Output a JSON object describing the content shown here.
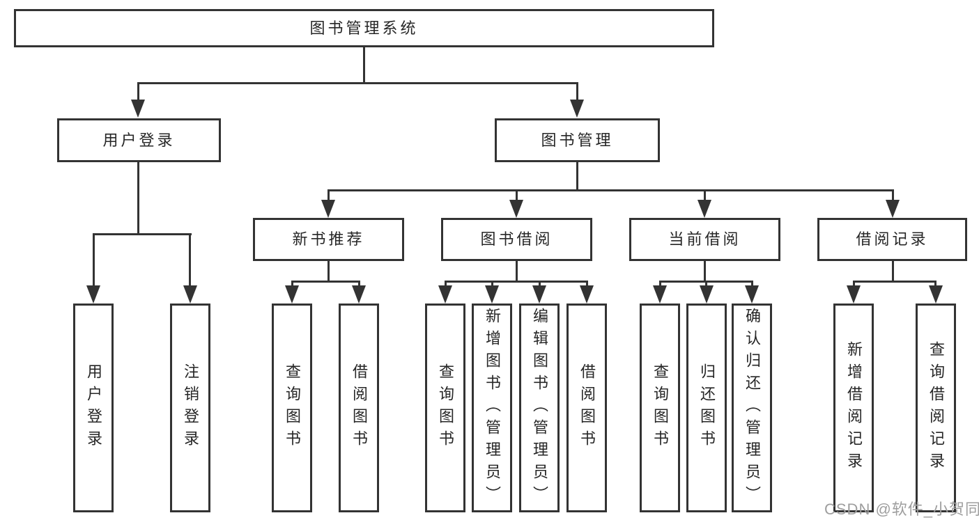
{
  "watermark": "CSDN @软件_小贺同学",
  "colors": {
    "line": "#333333",
    "text": "#262626",
    "watermark": "#9e9e9e",
    "background": "#ffffff"
  },
  "tree": {
    "label": "图书管理系统",
    "children": [
      {
        "label": "用户登录",
        "children": [
          {
            "label": "用户登录"
          },
          {
            "label": "注销登录"
          }
        ]
      },
      {
        "label": "图书管理",
        "children": [
          {
            "label": "新书推荐",
            "children": [
              {
                "label": "查询图书"
              },
              {
                "label": "借阅图书"
              }
            ]
          },
          {
            "label": "图书借阅",
            "children": [
              {
                "label": "查询图书"
              },
              {
                "label": "新增图书（管理员）"
              },
              {
                "label": "编辑图书（管理员）"
              },
              {
                "label": "借阅图书"
              }
            ]
          },
          {
            "label": "当前借阅",
            "children": [
              {
                "label": "查询图书"
              },
              {
                "label": "归还图书"
              },
              {
                "label": "确认归还（管理员）"
              }
            ]
          },
          {
            "label": "借阅记录",
            "children": [
              {
                "label": "新增借阅记录"
              },
              {
                "label": "查询借阅记录"
              }
            ]
          }
        ]
      }
    ]
  }
}
